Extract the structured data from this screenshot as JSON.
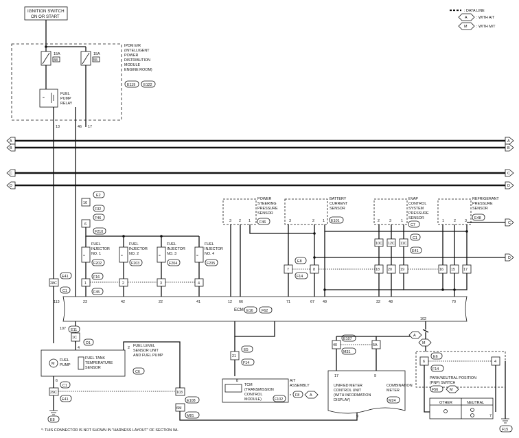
{
  "ignition": {
    "line1": "IGNITION SWITCH",
    "line2": "ON OR START"
  },
  "legend": {
    "data_line": ": DATA LINE",
    "a_tag": "A",
    "a_text": ": WITH A/T",
    "m_tag": "M",
    "m_text": ": WITH M/T"
  },
  "ipdm": {
    "lines": [
      "IPDM E/R",
      "(INTELLIGENT",
      "POWER",
      "DISTRIBUTION",
      "MODULE",
      "ENGINE ROOM)"
    ],
    "conn1": "E119",
    "conn2": "E122",
    "fuse1_amp": "15A",
    "fuse1_no": "48",
    "fuse2_amp": "15A",
    "fuse2_no": "55",
    "relay_lines": [
      "FUEL",
      "PUMP",
      "RELAY"
    ],
    "pin13": "13",
    "pin46": "46",
    "pin17": "17"
  },
  "bus_tags": [
    "A",
    "B",
    "C",
    "D"
  ],
  "conn_tags": {
    "e2": "E2",
    "f32": "F32",
    "f46": "F46",
    "f210": "F210",
    "f202": "F202",
    "f203": "F203",
    "f204": "F204",
    "f205": "F205",
    "f16": "F16",
    "f45": "F45",
    "e41": "E41",
    "c1": "C1",
    "e5": "E5",
    "f14": "F14",
    "e101": "E101",
    "c7": "C7",
    "c1b": "C1",
    "e41b": "E41",
    "e48": "E48",
    "e11": "E11",
    "d1": "D1",
    "c6": "C6",
    "e41c": "E41",
    "c1c": "C1",
    "e8": "E8",
    "e107": "E107",
    "m31": "M31",
    "e6": "E6",
    "f14b": "F14",
    "e5b": "E5",
    "f14c": "F14",
    "f102": "F102",
    "f8": "F8",
    "m24": "M24",
    "e6b": "E6",
    "f14d": "F14",
    "f56": "F56",
    "m_tag2": "M",
    "e16": "E16",
    "f62": "F62",
    "e108": "E108",
    "m81": "M81",
    "f15": "F15"
  },
  "pins": {
    "p16": "16",
    "p6": "6",
    "p1": "1",
    "p2": "2",
    "p3": "3",
    "p4": "4",
    "p28c": "28C",
    "p113": "113",
    "p23": "23",
    "p42": "42",
    "p22": "22",
    "p41": "41",
    "p12": "12",
    "p66": "66",
    "p71": "71",
    "p67": "67",
    "p49": "49",
    "p32": "32",
    "p48": "48",
    "p70": "70",
    "ps_3": "3",
    "ps_2": "2",
    "ps_1": "1",
    "bc_3": "3",
    "bc_2": "2",
    "bc_1": "1",
    "ev_2": "2",
    "ev_3": "3",
    "ev_1": "1",
    "rf_1": "1",
    "rf_2": "2",
    "rf_3": "3",
    "c7": "7",
    "c8": "8",
    "c18": "18",
    "c20": "20",
    "c19": "19",
    "c16": "16",
    "c15": "15",
    "c17": "17",
    "c10c": "10C",
    "c12c": "12C",
    "c11c": "11C",
    "p107": "107",
    "p1c": "1C",
    "p4b": "4",
    "p6b": "6",
    "p2b": "2",
    "p29c": "29C",
    "p103": "103",
    "p21": "21",
    "p8": "8",
    "p6m": "6M",
    "p40": "40",
    "p5a": "5A",
    "p17": "17",
    "p9": "9",
    "p102": "102",
    "p6r": "6",
    "p4r": "4",
    "p7": "7",
    "p16r": "16",
    "p6d": "6"
  },
  "components": {
    "injector1": [
      "FUEL",
      "INJECTOR",
      "NO. 1"
    ],
    "injector2": [
      "FUEL",
      "INJECTOR",
      "NO. 2"
    ],
    "injector3": [
      "FUEL",
      "INJECTOR",
      "NO. 3"
    ],
    "injector4": [
      "FUEL",
      "INJECTOR",
      "NO. 4"
    ],
    "ps_sensor": [
      "POWER",
      "STEERING",
      "PRESSURE",
      "SENSOR"
    ],
    "batt_sensor": [
      "BATTERY",
      "CURRENT",
      "SENSOR"
    ],
    "evap_sensor": [
      "EVAP",
      "CONTROL",
      "SYSTEM",
      "PRESSURE",
      "SENSOR"
    ],
    "refrig_sensor": [
      "REFRIGERANT",
      "PRESSURE",
      "SENSOR"
    ],
    "ecm": "ECM",
    "fuel_level": [
      "FUEL LEVEL",
      "SENSOR UNIT",
      "AND FUEL PUMP"
    ],
    "fuel_pump": [
      "FUEL",
      "PUMP"
    ],
    "tank_temp": [
      "FUEL TANK",
      "TEMPERATURE",
      "SENSOR"
    ],
    "tcm": [
      "TCM",
      "(TRANSMISSION",
      "CONTROL",
      "MODULE)"
    ],
    "at_assembly": [
      "A/T",
      "ASSEMBLY"
    ],
    "unified_meter": [
      "UNIFIED METER",
      "CONTROL UNIT",
      "(WITH INFORMATION",
      "DISPLAY)"
    ],
    "comb_meter": [
      "COMBINATION",
      "METER"
    ],
    "pnp": [
      "PARK/NEUTRAL POSITION",
      "(PNP) SWITCH"
    ],
    "pnp_other": "OTHER",
    "pnp_neutral": "NEUTRAL",
    "tag_a": "A",
    "tag_m": "M",
    "star": "*"
  },
  "footnote": "*: THIS CONNECTOR IS NOT SHOWN IN \"HARNESS LAYOUT\" OF SECTION 9A."
}
